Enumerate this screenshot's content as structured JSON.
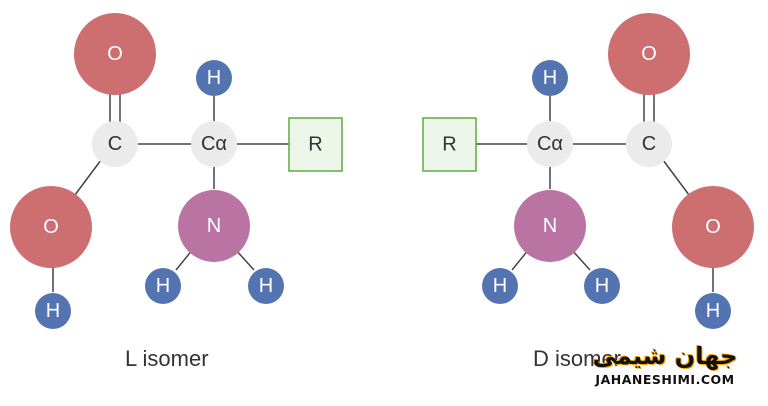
{
  "colors": {
    "oxygen": "#cd6f70",
    "hydrogen": "#5474b1",
    "nitrogen": "#ba74a3",
    "carbon": "#ebebeb",
    "r_group_border": "#5bab3e",
    "r_group_fill": "#eef6ea",
    "bond": "#444444",
    "label_light": "#ffffff",
    "label_dark": "#333333"
  },
  "molecules": {
    "l": {
      "caption": "L isomer",
      "atoms": {
        "o_top": "O",
        "c": "C",
        "o_side": "O",
        "h_acid": "H",
        "ca": "Cα",
        "h_top": "H",
        "n": "N",
        "h_n1": "H",
        "h_n2": "H",
        "r": "R"
      }
    },
    "d": {
      "caption": "D isomer",
      "atoms": {
        "r": "R",
        "ca": "Cα",
        "h_top": "H",
        "n": "N",
        "h_n1": "H",
        "h_n2": "H",
        "c": "C",
        "o_top": "O",
        "o_side": "O",
        "h_acid": "H"
      }
    }
  },
  "watermark": {
    "arabic": "جهان شیمی",
    "latin": "JAHANESHIMI.COM"
  }
}
